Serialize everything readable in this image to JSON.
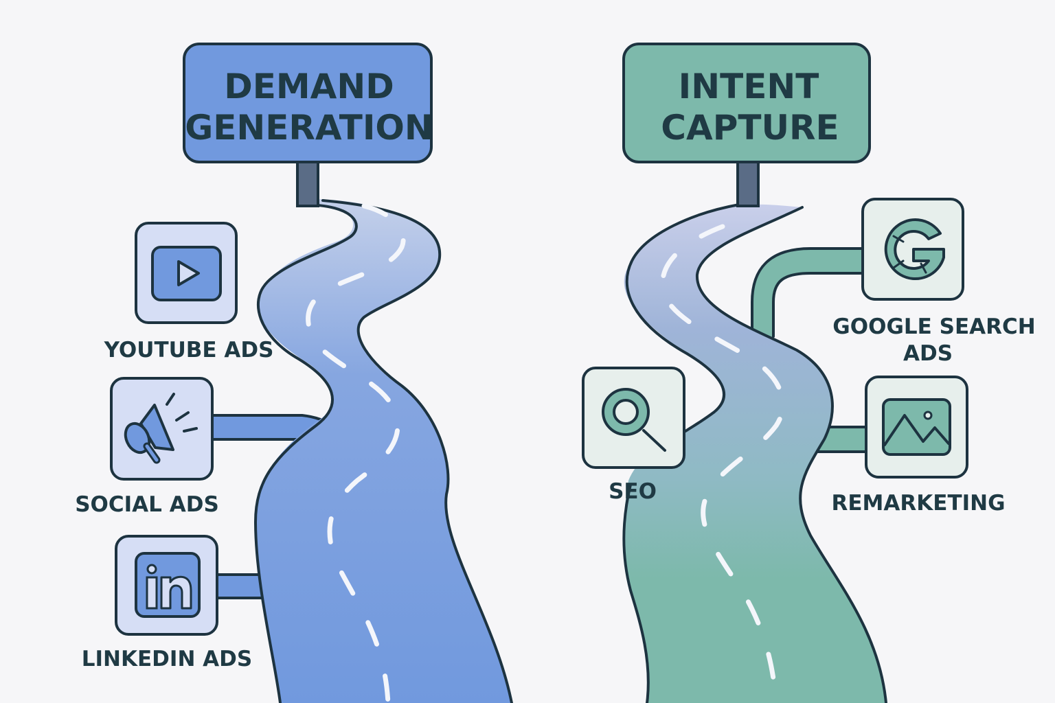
{
  "colors": {
    "background": "#f6f6f8",
    "outline": "#1d3340",
    "text": "#1f3a44",
    "demand_blue": "#7199de",
    "demand_light": "#d6def5",
    "intent_green": "#7db9ab",
    "intent_light": "#e7efec",
    "road_top_blue": "#a9bde0",
    "road_mid_intent": "#92b8c8",
    "dash": "#f4f6fb",
    "post": "#5a6c86"
  },
  "demand": {
    "sign": {
      "line1": "DEMAND",
      "line2": "GENERATION"
    },
    "channels": [
      {
        "label": "YOUTUBE ADS",
        "icon": "youtube-play-icon"
      },
      {
        "label": "SOCIAL ADS",
        "icon": "megaphone-icon"
      },
      {
        "label": "LINKEDIN ADS",
        "icon": "linkedin-icon"
      }
    ]
  },
  "intent": {
    "sign": {
      "line1": "INTENT",
      "line2": "CAPTURE"
    },
    "channels": [
      {
        "label_line1": "GOOGLE SEARCH",
        "label_line2": "ADS",
        "icon": "google-g-icon"
      },
      {
        "label": "SEO",
        "icon": "magnifier-icon"
      },
      {
        "label": "REMARKETING",
        "icon": "image-picture-icon"
      }
    ]
  }
}
